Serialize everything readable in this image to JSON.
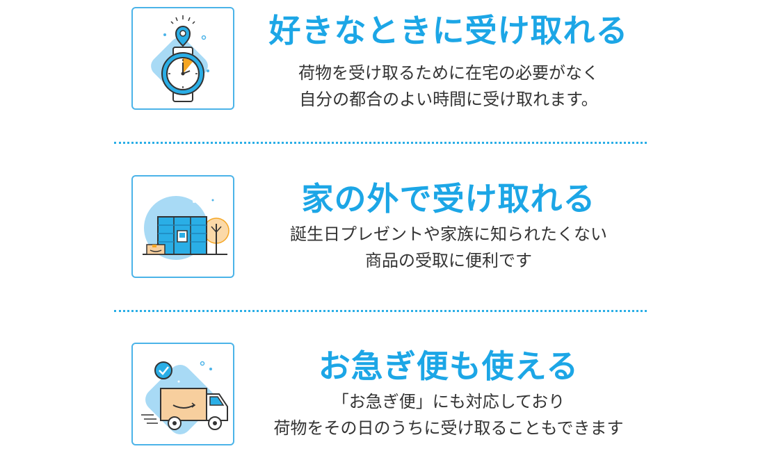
{
  "features": [
    {
      "title": "好きなときに受け取れる",
      "lines": [
        "荷物を受け取るために在宅の必要がなく",
        "自分の都合のよい時間に受け取れます。"
      ],
      "icon": "watch-location-icon"
    },
    {
      "title": "家の外で受け取れる",
      "lines": [
        "誕生日プレゼントや家族に知られたくない",
        "商品の受取に便利です"
      ],
      "icon": "locker-icon"
    },
    {
      "title": "お急ぎ便も使える",
      "lines": [
        "「お急ぎ便」にも対応しており",
        "荷物をその日のうちに受け取ることもできます"
      ],
      "icon": "delivery-truck-icon"
    }
  ],
  "colors": {
    "accent": "#1ca6e6",
    "border": "#4bb3e8",
    "text": "#333333",
    "light_blue": "#a8daf5",
    "orange": "#f5a623",
    "box": "#f7cf9e"
  }
}
